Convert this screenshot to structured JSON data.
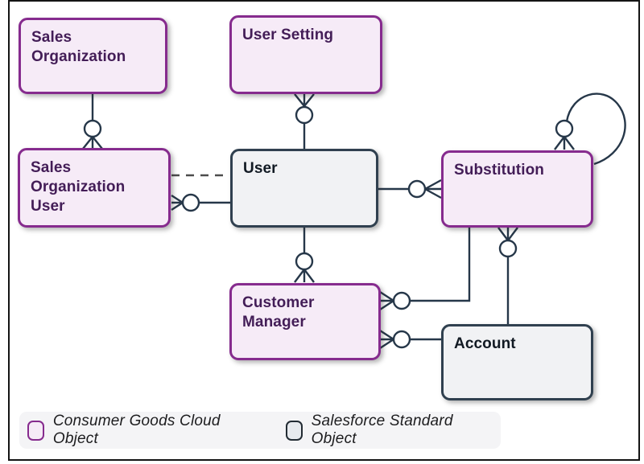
{
  "entities": [
    {
      "id": "sales-organization",
      "label": "Sales Organization",
      "category": "Consumer Goods Cloud Object"
    },
    {
      "id": "user-setting",
      "label": "User Setting",
      "category": "Consumer Goods Cloud Object"
    },
    {
      "id": "sales-organization-user",
      "label": "Sales Organization User",
      "category": "Consumer Goods Cloud Object"
    },
    {
      "id": "user",
      "label": "User",
      "category": "Salesforce Standard Object"
    },
    {
      "id": "substitution",
      "label": "Substitution",
      "category": "Consumer Goods Cloud Object"
    },
    {
      "id": "customer-manager",
      "label": "Customer Manager",
      "category": "Consumer Goods Cloud Object"
    },
    {
      "id": "account",
      "label": "Account",
      "category": "Salesforce Standard Object"
    }
  ],
  "relationships": [
    {
      "from": "Sales Organization",
      "to": "Sales Organization User",
      "cardinality_at_to": "zero-or-many",
      "style": "solid"
    },
    {
      "from": "Sales Organization User",
      "to": "User",
      "cardinality_at_to": "none",
      "style": "dashed"
    },
    {
      "from": "User",
      "to": "Sales Organization User",
      "cardinality_at_to": "zero-or-many",
      "style": "solid"
    },
    {
      "from": "User",
      "to": "User Setting",
      "cardinality_at_to": "zero-or-many",
      "style": "solid"
    },
    {
      "from": "User",
      "to": "Substitution",
      "cardinality_at_to": "zero-or-many",
      "style": "solid"
    },
    {
      "from": "Substitution",
      "to": "Substitution",
      "cardinality_at_to": "zero-or-many",
      "style": "self-loop"
    },
    {
      "from": "User",
      "to": "Customer Manager",
      "cardinality_at_to": "zero-or-many",
      "style": "solid"
    },
    {
      "from": "Substitution",
      "to": "Customer Manager",
      "cardinality_at_to": "zero-or-many",
      "style": "solid"
    },
    {
      "from": "Account",
      "to": "Substitution",
      "cardinality_at_to": "zero-or-many",
      "style": "solid"
    },
    {
      "from": "Account",
      "to": "Customer Manager",
      "cardinality_at_to": "zero-or-many",
      "style": "solid"
    }
  ],
  "legend": {
    "items": [
      {
        "label": "Consumer Goods Cloud Object",
        "fill": "#f6ebf7",
        "border": "#862b8e"
      },
      {
        "label": "Salesforce Standard Object",
        "fill": "#e7eaee",
        "border": "#222b33"
      }
    ]
  },
  "colors": {
    "cg_object_border": "#862b8e",
    "cg_object_fill": "#f6ebf7",
    "cg_object_text": "#431d57",
    "standard_object_border": "#30404f",
    "standard_object_fill": "#f1f2f4",
    "standard_object_text": "#121a23",
    "connector": "#263749",
    "dashed_connector": "#4c4c4c",
    "frame": "#141414",
    "legend_background": "#f4f4f6"
  }
}
